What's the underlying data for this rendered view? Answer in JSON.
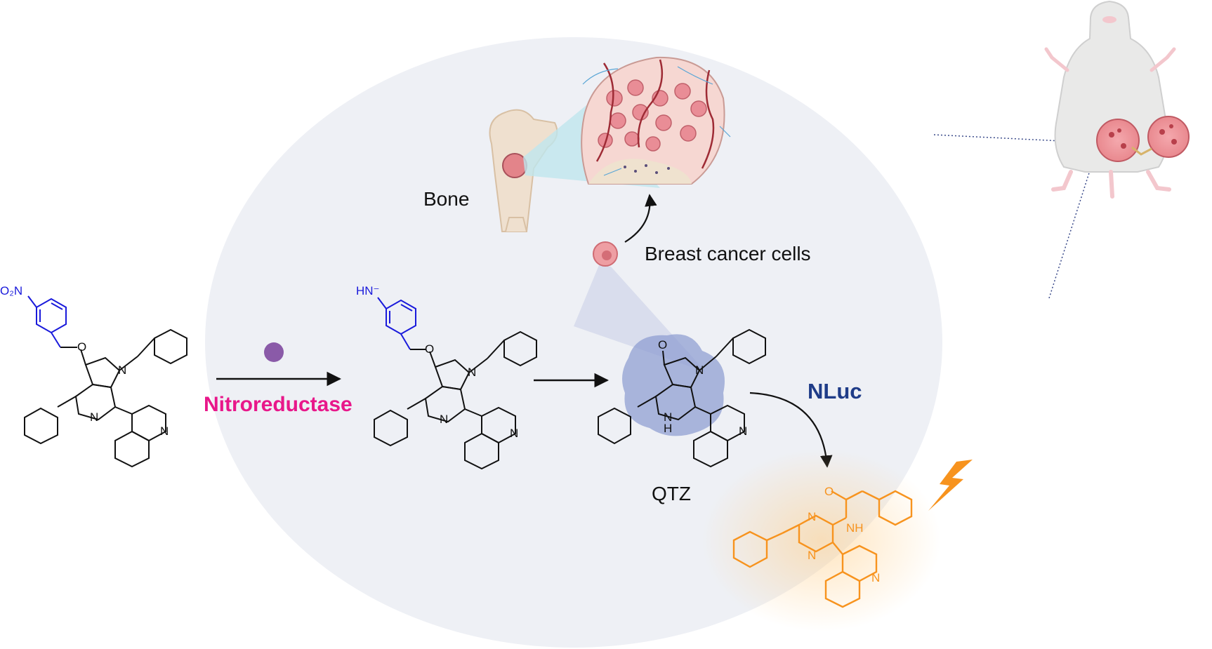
{
  "labels": {
    "bone": "Bone",
    "breast_cancer_cells": "Breast cancer cells",
    "enzyme": "Nitroreductase",
    "product": "QTZ",
    "luciferase": "NLuc"
  },
  "atoms": {
    "nitro": "O₂N",
    "amine": "HN⁻",
    "oxygen": "O",
    "nitrogen": "N",
    "nh": "NH",
    "h": "H"
  },
  "colors": {
    "enzyme": "#e8178a",
    "luciferase": "#1f3c88",
    "blue_group": "#1a1adb",
    "product": "#f7931e",
    "ellipse": "#eef0f5",
    "enzyme_bead": "#8a5aa8",
    "bolt": "#f7931e"
  },
  "icons": [
    "mouse-illustration",
    "bone-illustration",
    "tumor-cell",
    "lightning-icon",
    "enzyme-bead"
  ]
}
